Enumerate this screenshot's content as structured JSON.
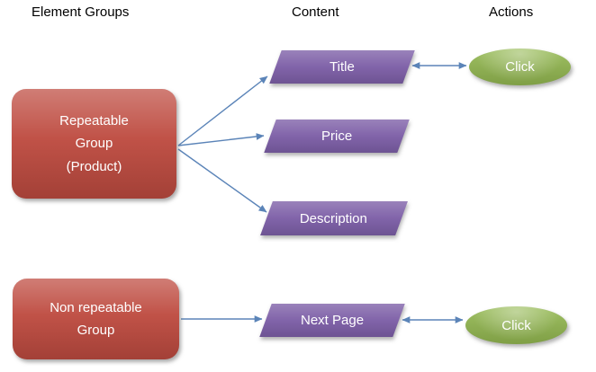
{
  "headers": {
    "element_groups": "Element Groups",
    "content": "Content",
    "actions": "Actions"
  },
  "nodes": {
    "repeatable_group": {
      "label": "Repeatable Group (Product)",
      "shape": "rounded-rectangle"
    },
    "title": {
      "label": "Title",
      "shape": "parallelogram"
    },
    "price": {
      "label": "Price",
      "shape": "parallelogram"
    },
    "description": {
      "label": "Description",
      "shape": "parallelogram"
    },
    "click_title": {
      "label": "Click",
      "shape": "ellipse"
    },
    "non_repeatable_group": {
      "label": "Non repeatable Group",
      "shape": "rounded-rectangle"
    },
    "next_page": {
      "label": "Next Page",
      "shape": "parallelogram"
    },
    "click_next_page": {
      "label": "Click",
      "shape": "ellipse"
    }
  },
  "connections": [
    {
      "from": "repeatable_group",
      "to": "title",
      "direction": "one-way"
    },
    {
      "from": "repeatable_group",
      "to": "price",
      "direction": "one-way"
    },
    {
      "from": "repeatable_group",
      "to": "description",
      "direction": "one-way"
    },
    {
      "from": "title",
      "to": "click_title",
      "direction": "two-way"
    },
    {
      "from": "non_repeatable_group",
      "to": "next_page",
      "direction": "one-way"
    },
    {
      "from": "next_page",
      "to": "click_next_page",
      "direction": "two-way"
    }
  ],
  "colors": {
    "group_red": "#BE4B40",
    "content_purple": "#7D5FA7",
    "action_green": "#94B951",
    "arrow_blue": "#5B84B8",
    "background": "#FFFFFF",
    "text_on_shape": "#FFFFFF",
    "header_text": "#000000"
  }
}
